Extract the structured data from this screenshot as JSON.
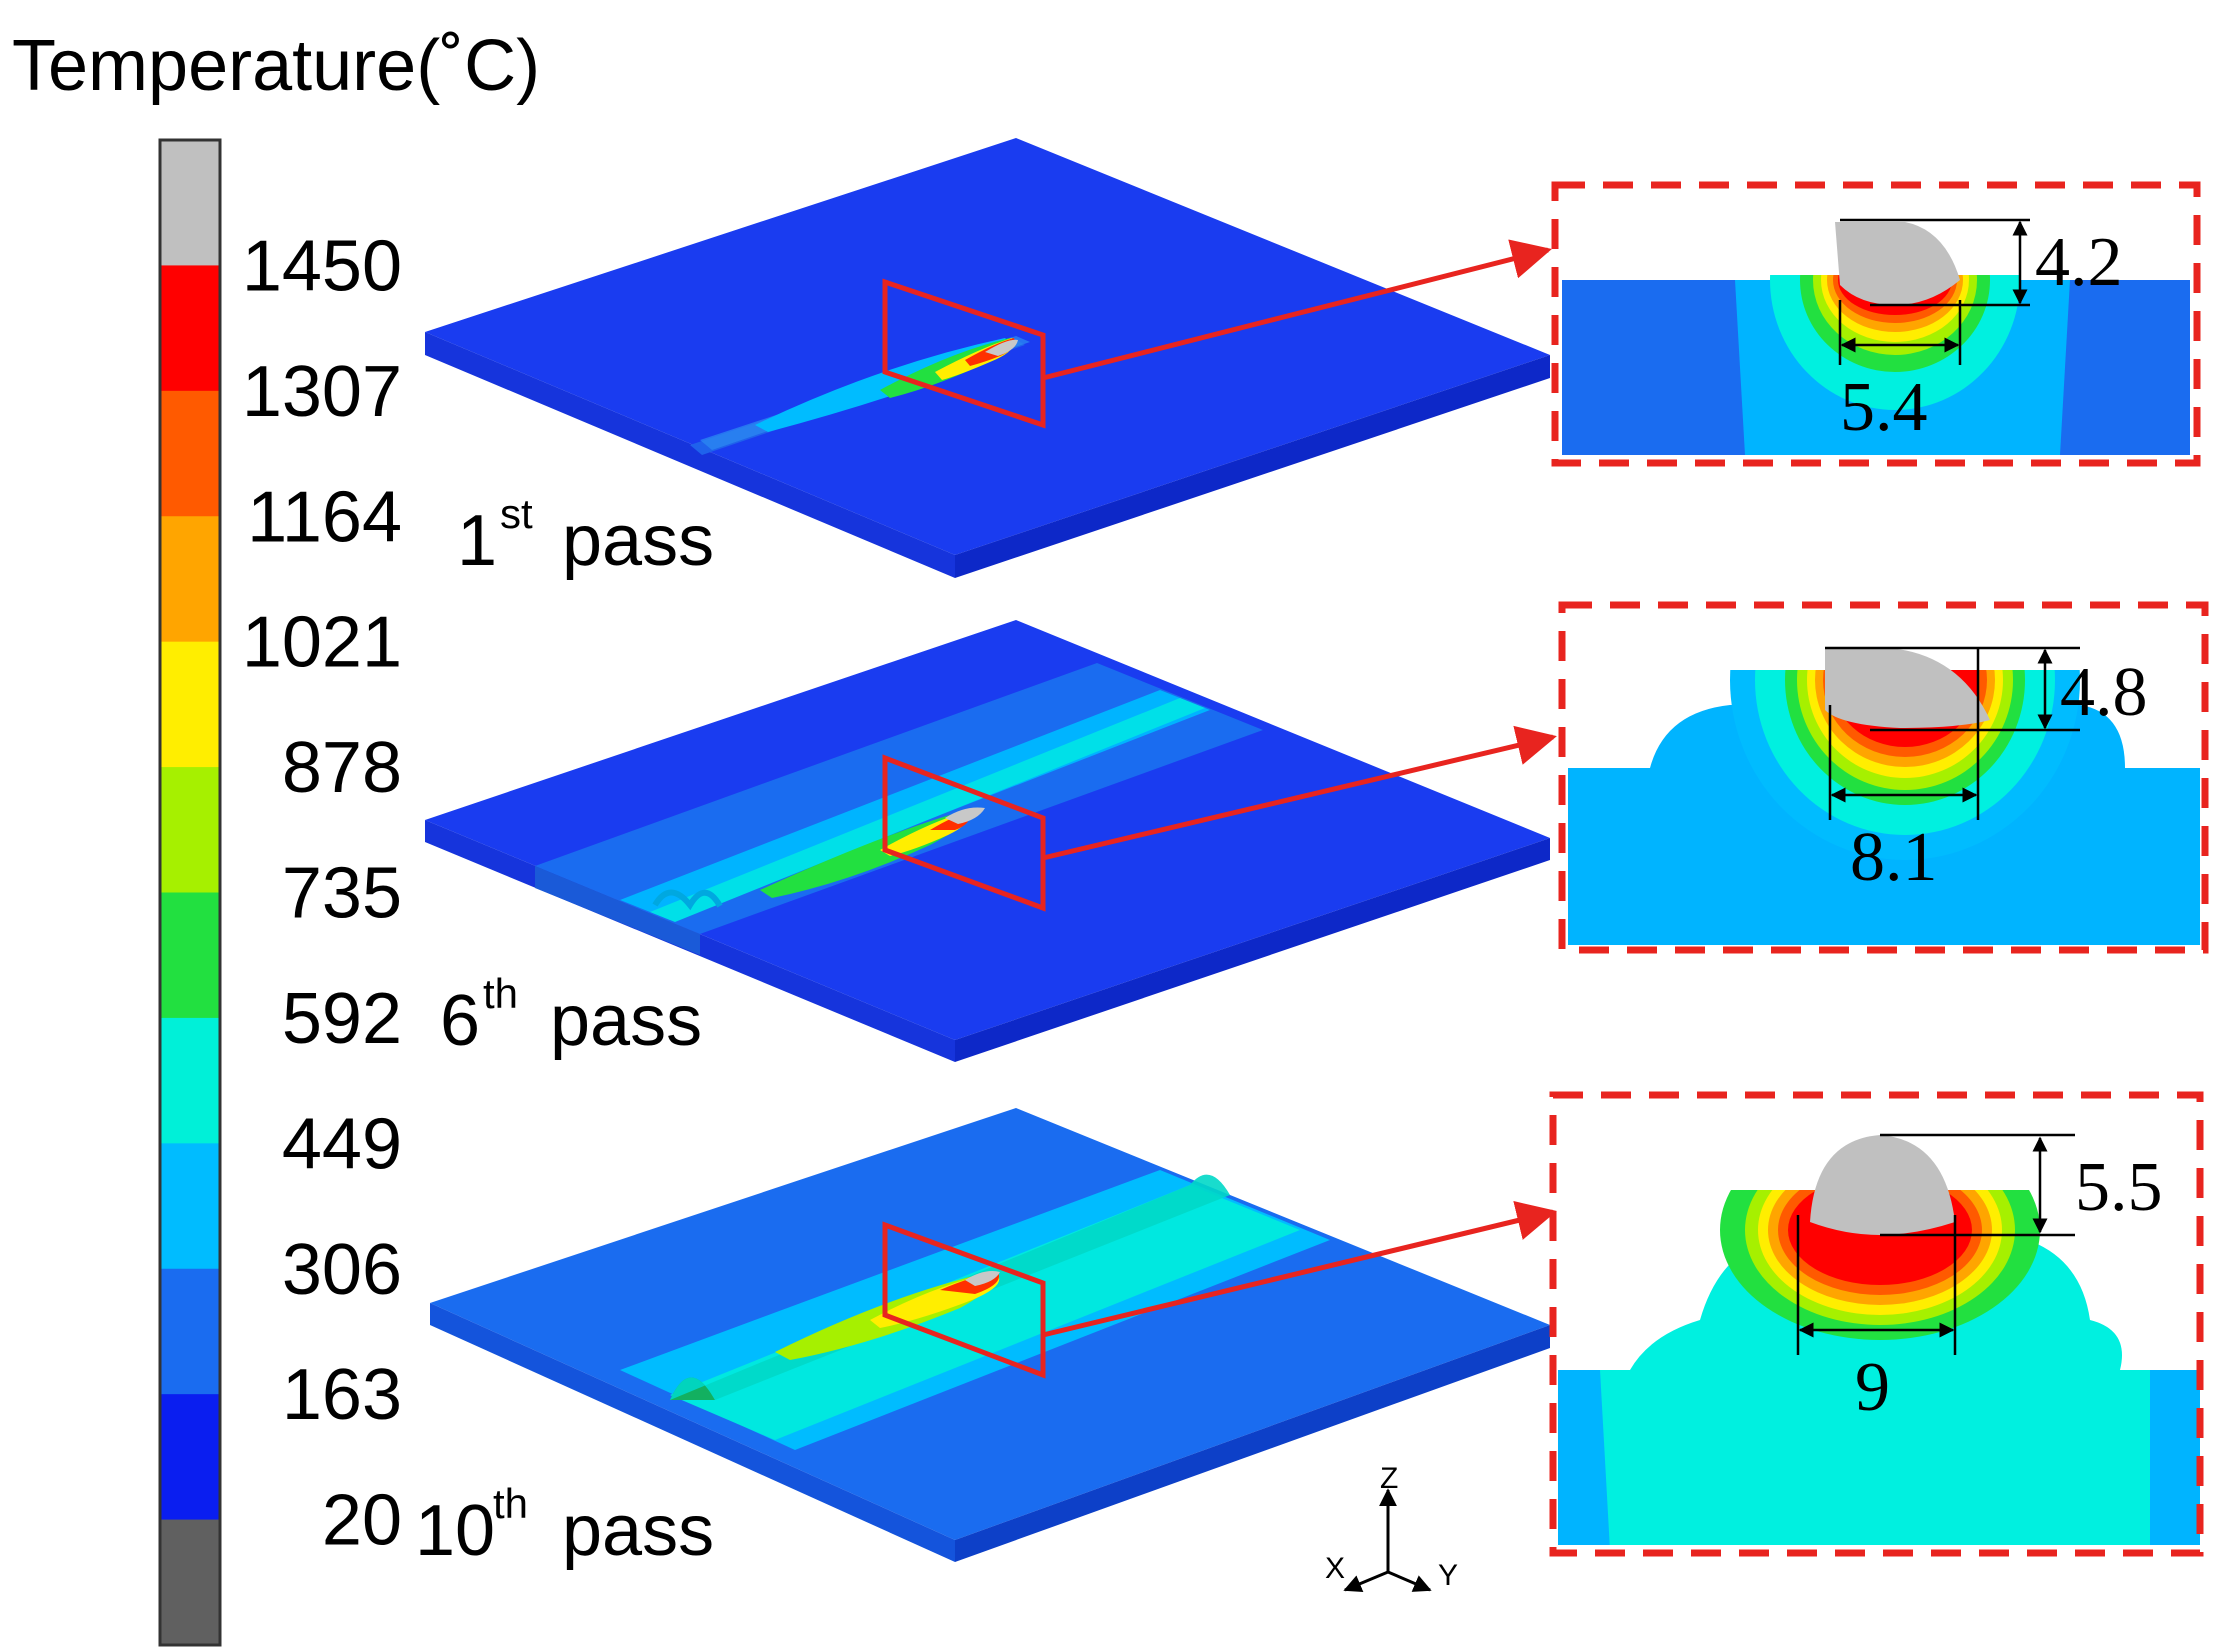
{
  "legend": {
    "title": "Temperature(˚C)",
    "ticks": [
      "1450",
      "1307",
      "1164",
      "1021",
      "878",
      "735",
      "592",
      "449",
      "306",
      "163",
      "20"
    ],
    "colors": [
      "#c0c0c0",
      "#ff0000",
      "#ff5a00",
      "#ffa500",
      "#ffee00",
      "#a6f000",
      "#22e040",
      "#00f0d8",
      "#00bcff",
      "#1a6cf0",
      "#0a1ef0",
      "#606060"
    ]
  },
  "passes": [
    {
      "num": "1",
      "sup": "st",
      "word": "pass",
      "depth": "4.2",
      "width": "5.4"
    },
    {
      "num": "6",
      "sup": "th",
      "word": "pass",
      "depth": "4.8",
      "width": "8.1"
    },
    {
      "num": "10",
      "sup": "th",
      "word": "pass",
      "depth": "5.5",
      "width": "9"
    }
  ],
  "axes": {
    "z": "Z",
    "x": "X",
    "y": "Y"
  },
  "colors": {
    "highlight": "#e8241f",
    "plate_top": "#1a3cf0",
    "plate_side": "#1030d0",
    "plate_band": "#1a6cf0",
    "cyan": "#00f0e0",
    "light_blue": "#00b4ff"
  }
}
